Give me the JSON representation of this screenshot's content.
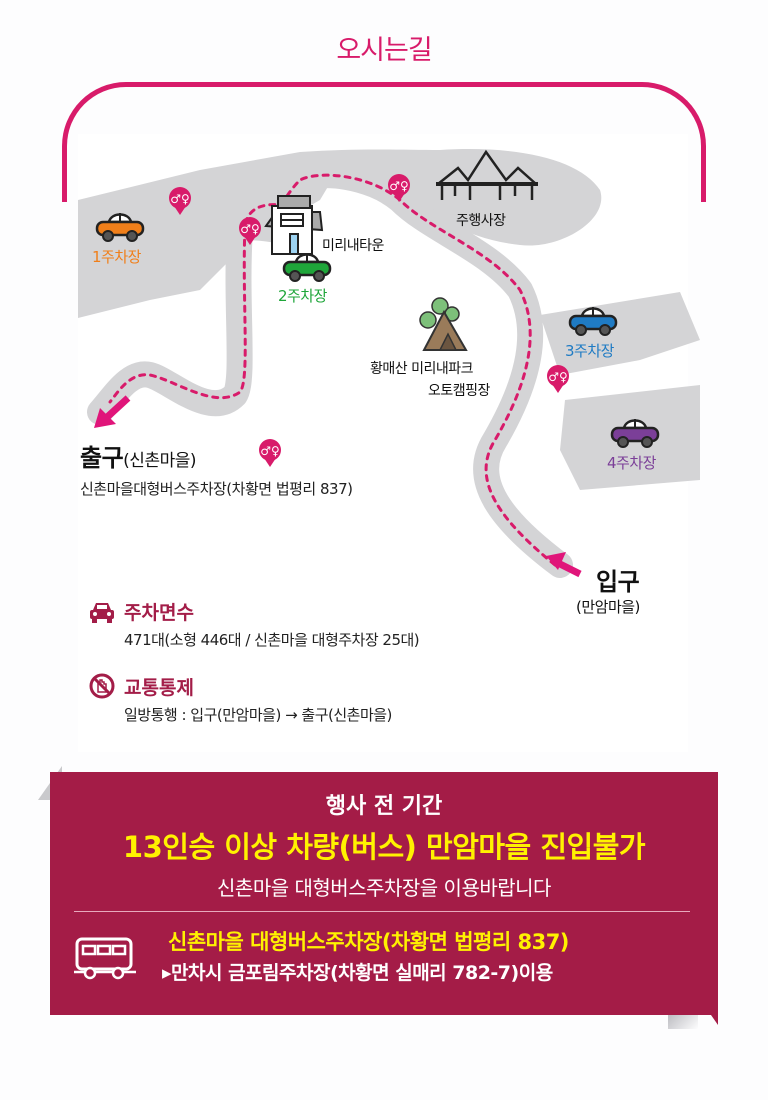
{
  "header": {
    "title": "오시는길"
  },
  "colors": {
    "accent": "#d81b6a",
    "banner": "#a41c47",
    "highlight": "#fff200",
    "road": "#d4d4d6",
    "parking1": "#f07f1a",
    "parking2": "#1fa63a",
    "parking3": "#1f7bc4",
    "parking4": "#7b3f98"
  },
  "map": {
    "parking_lots": [
      {
        "label": "1주차장",
        "color": "#f07f1a"
      },
      {
        "label": "2주차장",
        "color": "#1fa63a"
      },
      {
        "label": "3주차장",
        "color": "#1f7bc4"
      },
      {
        "label": "4주차장",
        "color": "#7b3f98"
      }
    ],
    "landmarks": {
      "town": "미리내타운",
      "driving_range": "주행사장",
      "camping_line1": "황매산 미리내파크",
      "camping_line2": "오토캠핑장"
    },
    "exit": {
      "label": "출구",
      "sub": "(신촌마을)",
      "address": "신촌마을대형버스주차장(차황면 법평리 837)"
    },
    "entrance": {
      "label": "입구",
      "sub": "(만암마을)"
    },
    "icons": [
      "toilet-marker-icon",
      "car-icon",
      "building-icon",
      "tent-icon",
      "pavilion-icon",
      "arrow-icon"
    ]
  },
  "info": {
    "parking": {
      "heading": "주차면수",
      "body": "471대(소형 446대 / 신촌마을 대형주차장 25대)"
    },
    "traffic": {
      "heading": "교통통제",
      "body": "일방통행 : 입구(만암마을) → 출구(신촌마을)"
    }
  },
  "banner": {
    "line1": "행사 전 기간",
    "line2": "13인승 이상 차량(버스) 만암마을 진입불가",
    "line3": "신촌마을 대형버스주차장을 이용바랍니다",
    "line4": "신촌마을 대형버스주차장(차황면 법평리 837)",
    "line5": "▸만차시 금포림주차장(차황면 실매리 782-7)이용"
  }
}
